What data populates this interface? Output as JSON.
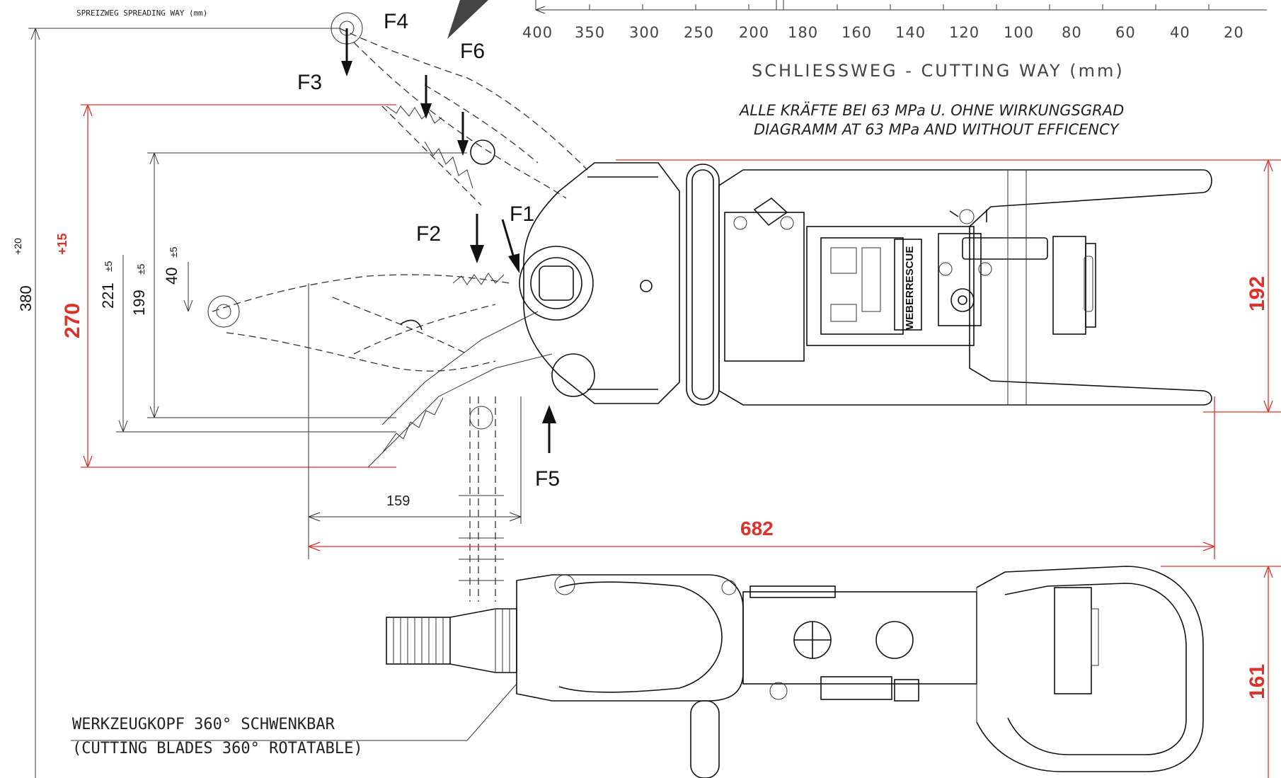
{
  "top_left_label": "SPREIZWEG SPREADING WAY (mm)",
  "axis": {
    "ticks_left": [
      "400",
      "350",
      "300",
      "250",
      "200"
    ],
    "ticks_right": [
      "180",
      "160",
      "140",
      "120",
      "100",
      "80",
      "60",
      "40",
      "20"
    ],
    "title": "SCHLIESSWEG - CUTTING WAY (mm)"
  },
  "note": {
    "line1": "ALLE KRÄFTE BEI 63 MPa U. OHNE WIRKUNGSGRAD",
    "line2": "DIAGRAMM AT 63 MPa AND WITHOUT EFFICENCY"
  },
  "forces": {
    "f1": "F1",
    "f2": "F2",
    "f3": "F3",
    "f4": "F4",
    "f5": "F5",
    "f6": "F6"
  },
  "dimensions": {
    "d380": "380",
    "d380_tol": "+20",
    "d270": "270",
    "d270_tol": "+15",
    "d221": "221",
    "d221_tol": "±5",
    "d199": "199",
    "d199_tol": "±5",
    "d40": "40",
    "d40_tol": "±5",
    "d159": "159",
    "d682": "682",
    "d192": "192",
    "d161": "161"
  },
  "brand": {
    "plate_text": "WEBERRESCUE"
  },
  "callout": {
    "line1": "WERKZEUGKOPF 360° SCHWENKBAR",
    "line2": "(CUTTING BLADES 360° ROTATABLE)"
  },
  "colors": {
    "dimension_red": "#e0302a",
    "ink": "#111111"
  }
}
